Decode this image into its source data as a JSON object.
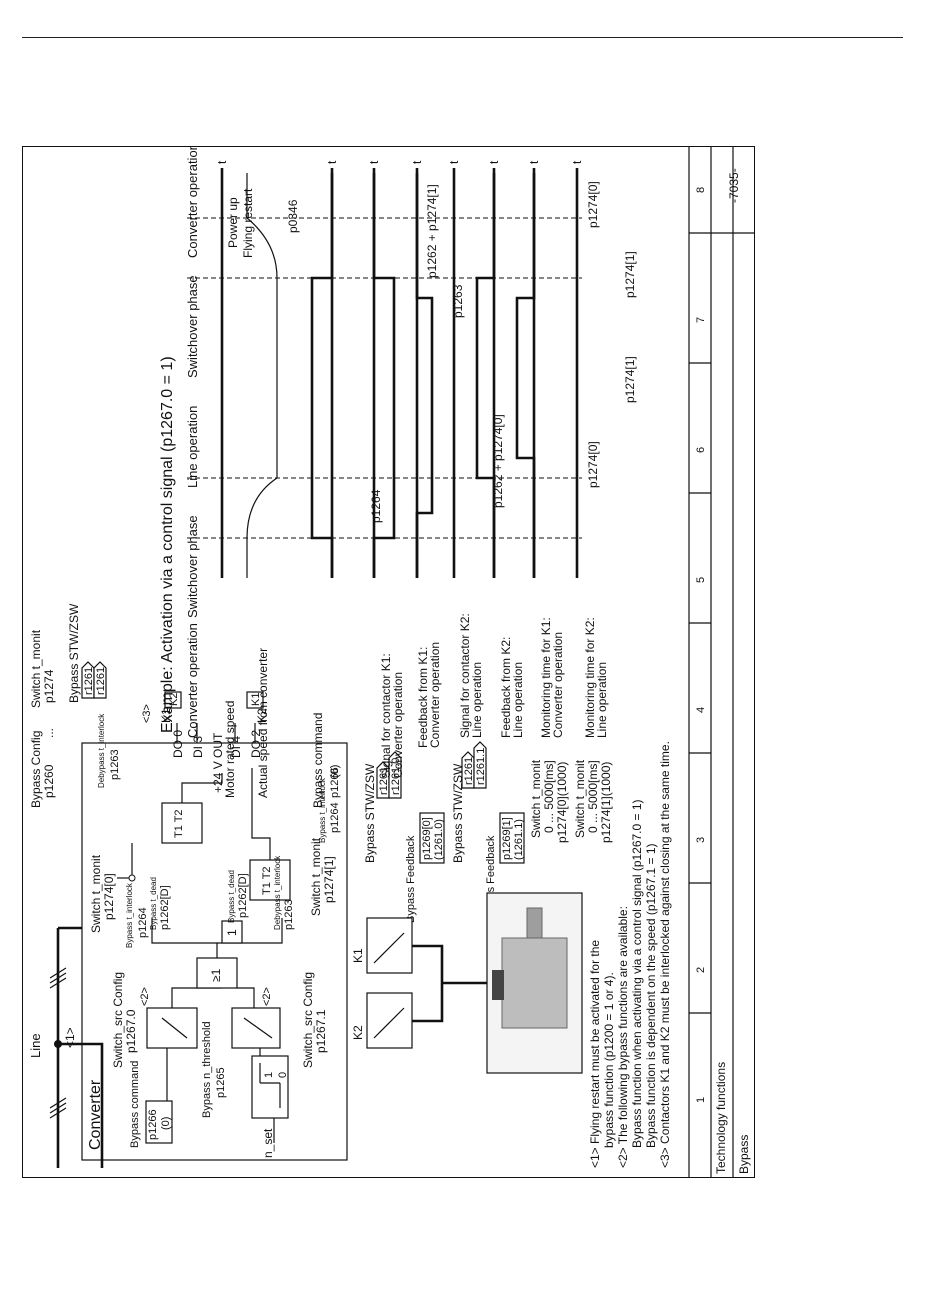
{
  "title_block": {
    "group": "Technology functions",
    "function": "Bypass",
    "page_number": "-7035-",
    "column_numbers": [
      "1",
      "2",
      "3",
      "4",
      "5",
      "6",
      "7",
      "8"
    ]
  },
  "schematic": {
    "line_label": "Line",
    "note1_marker": "<1>",
    "note2_marker": "<2>",
    "note2_marker_b": "<2>",
    "note3_marker": "<3>",
    "converter_title": "Converter",
    "switch_src_config_1": "Switch_src Config",
    "switch_src_config_1_param": "p1267.0",
    "switch_src_config_2": "Switch_src Config",
    "switch_src_config_2_param": "p1267.1",
    "bypass_command_label": "Bypass command",
    "bypass_command_param": "p1266",
    "bypass_command_default": "(0)",
    "bypass_n_threshold": "Bypass n_threshold",
    "bypass_n_threshold_param": "p1265",
    "n_set": "n_set",
    "ge1": "≥1",
    "one": "1",
    "switch_t_monit_1": "Switch t_monit",
    "switch_t_monit_1_param": "p1274[0]",
    "switch_t_monit_2": "Switch t_monit",
    "switch_t_monit_2_param": "p1274[1]",
    "bypass_t_interlock_a": "Bypass t_interlock",
    "bypass_t_interlock_a_param": "p1264",
    "bypass_t_dead_a": "Bypass t_dead",
    "bypass_t_dead_a_param": "p1262[D]",
    "bypass_t_dead_b": "Bypass t_dead",
    "bypass_t_dead_b_param": "p1262[D]",
    "debypass_t_interlock_a": "Debypass t_interlock",
    "debypass_t_interlock_a_param": "p1263",
    "debypass_t_interlock_b": "Debypass t_interlock",
    "debypass_t_interlock_b_param": "p1263",
    "bypass_t_interlock_b": "Bypass t_interlock",
    "bypass_t_interlock_b_param": "p1264",
    "timer_t1t2_a": "T1 T2",
    "timer_t1t2_b": "T1 T2",
    "do0": "DO 0",
    "di3": "DI 3",
    "v24": "+24 V OUT",
    "di4": "DI 4",
    "do2": "DO 2",
    "k1": "K1",
    "k2": "K2",
    "k1_box": "K1",
    "k2_box": "K2",
    "k1_contactor": "K1",
    "k2_contactor": "K2",
    "bypass_config": "Bypass Config",
    "bypass_config_param": "p1260",
    "ellipsis": "...",
    "switch_t_monit_top": "Switch t_monit",
    "switch_t_monit_top_param": "p1274",
    "bypass_stw_zsw_top": "Bypass STW/ZSW",
    "r1261_a": "r1261",
    "r1261_b": "r1261",
    "bypass_stw_zsw_1": "Bypass STW/ZSW",
    "r1261_0_a": "r1261",
    "r1261_0_b": "r1261.0",
    "bypass_feedback_1": "Bypass Feedback",
    "p1269_0": "p1269[0]",
    "r1261_0_fb": "(1261.0)",
    "bypass_stw_zsw_2": "Bypass STW/ZSW",
    "r1261_1_a": "r1261",
    "r1261_1_b": "r1261.1",
    "bypass_feedback_2": "Bypass Feedback",
    "p1269_1": "p1269[1]",
    "r1261_1_fb": "(1261.1)",
    "switch_t_monit_k1": "Switch t_monit",
    "switch_t_monit_k1_range": "0 ... 5000[ms]",
    "switch_t_monit_k1_param": "p1274[0](1000)",
    "switch_t_monit_k2": "Switch t_monit",
    "switch_t_monit_k2_range": "0 ... 5000[ms]",
    "switch_t_monit_k2_param": "p1274[1](1000)"
  },
  "timing": {
    "example_title": "Example: Activation via a control signal (p1267.0 = 1)",
    "phase_converter_1": "Converter operation",
    "phase_switchover_1": "Switchover phase",
    "phase_line": "Line operation",
    "phase_switchover_2": "Switchover phase",
    "phase_converter_2": "Converter operation",
    "power_up": "Power up",
    "flying_restart": "Flying restart",
    "p0346": "p0346",
    "motor_rated_speed": "Motor rated speed",
    "actual_speed": "Actual speed from converter",
    "bypass_command_sig": "Bypass command",
    "bypass_command_sig_param": "p1266",
    "bypass_command_sig_default": "(0)",
    "sig_contactor_k1": "Signal for contactor K1:",
    "sig_contactor_k1_sub": "Converter operation",
    "feedback_k1": "Feedback from K1:",
    "feedback_k1_sub": "Converter operation",
    "sig_contactor_k2": "Signal for contactor K2:",
    "sig_contactor_k2_sub": "Line operation",
    "feedback_k2": "Feedback from K2:",
    "feedback_k2_sub": "Line operation",
    "monitor_k1": "Monitoring time for K1:",
    "monitor_k1_sub": "Converter operation",
    "monitor_k2": "Monitoring time for K2:",
    "monitor_k2_sub": "Line operation",
    "t": "t",
    "p1264": "p1264",
    "p1262_p1274_0": "p1262 + p1274[0]",
    "p1263": "p1263",
    "p1262_p1274_1": "p1262 + p1274[1]",
    "p1274_0_a": "p1274[0]",
    "p1274_0_b": "p1274[0]",
    "p1274_1_a": "p1274[1]",
    "p1274_1_b": "p1274[1]"
  },
  "notes": {
    "n1a": "<1> Flying restart must be activated for the",
    "n1b": "bypass function (p1200 = 1 or 4).",
    "n2a": "<2> The following bypass functions are available:",
    "n2b": "Bypass function when activating via a control signal (p1267.0 = 1)",
    "n2c": "Bypass function is dependent on the speed (p1267.1 = 1)",
    "n3a": "<3> Contactors K1 and K2 must be interlocked against closing at the same time."
  }
}
